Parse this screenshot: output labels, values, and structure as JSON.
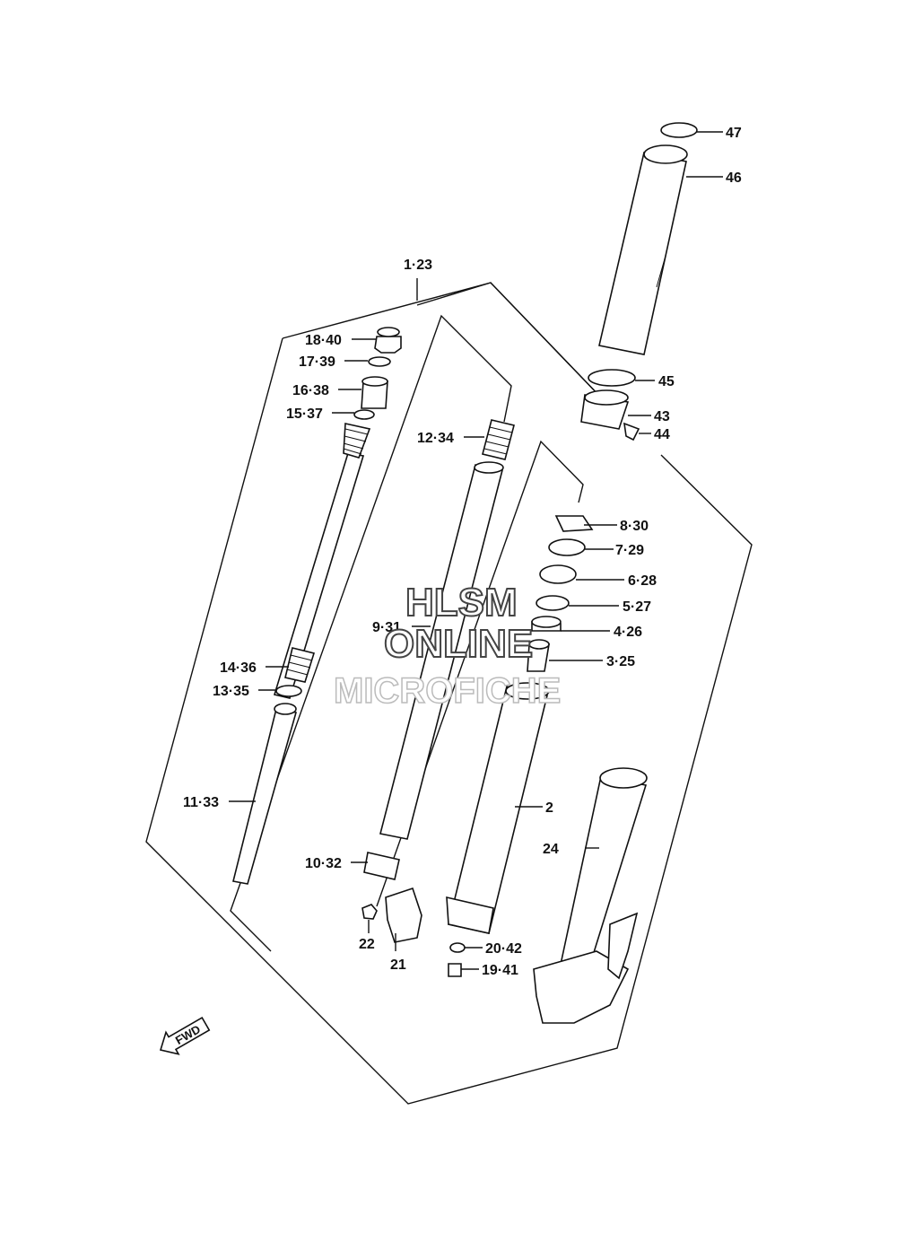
{
  "watermark": {
    "line1": "HLSM",
    "line2": "ONLINE",
    "line3": "MICROFICHE"
  },
  "fwd_label": "FWD",
  "callouts": {
    "c1_23": "1·23",
    "c2": "2",
    "c3_25": "3·25",
    "c4_26": "4·26",
    "c5_27": "5·27",
    "c6_28": "6·28",
    "c7_29": "7·29",
    "c8_30": "8·30",
    "c9_31": "9·31",
    "c10_32": "10·32",
    "c11_33": "11·33",
    "c12_34": "12·34",
    "c13_35": "13·35",
    "c14_36": "14·36",
    "c15_37": "15·37",
    "c16_38": "16·38",
    "c17_39": "17·39",
    "c18_40": "18·40",
    "c19_41": "19·41",
    "c20_42": "20·42",
    "c21": "21",
    "c22": "22",
    "c24": "24",
    "c43": "43",
    "c44": "44",
    "c45": "45",
    "c46": "46",
    "c47": "47"
  },
  "colors": {
    "ink": "#111111",
    "background": "#ffffff"
  }
}
